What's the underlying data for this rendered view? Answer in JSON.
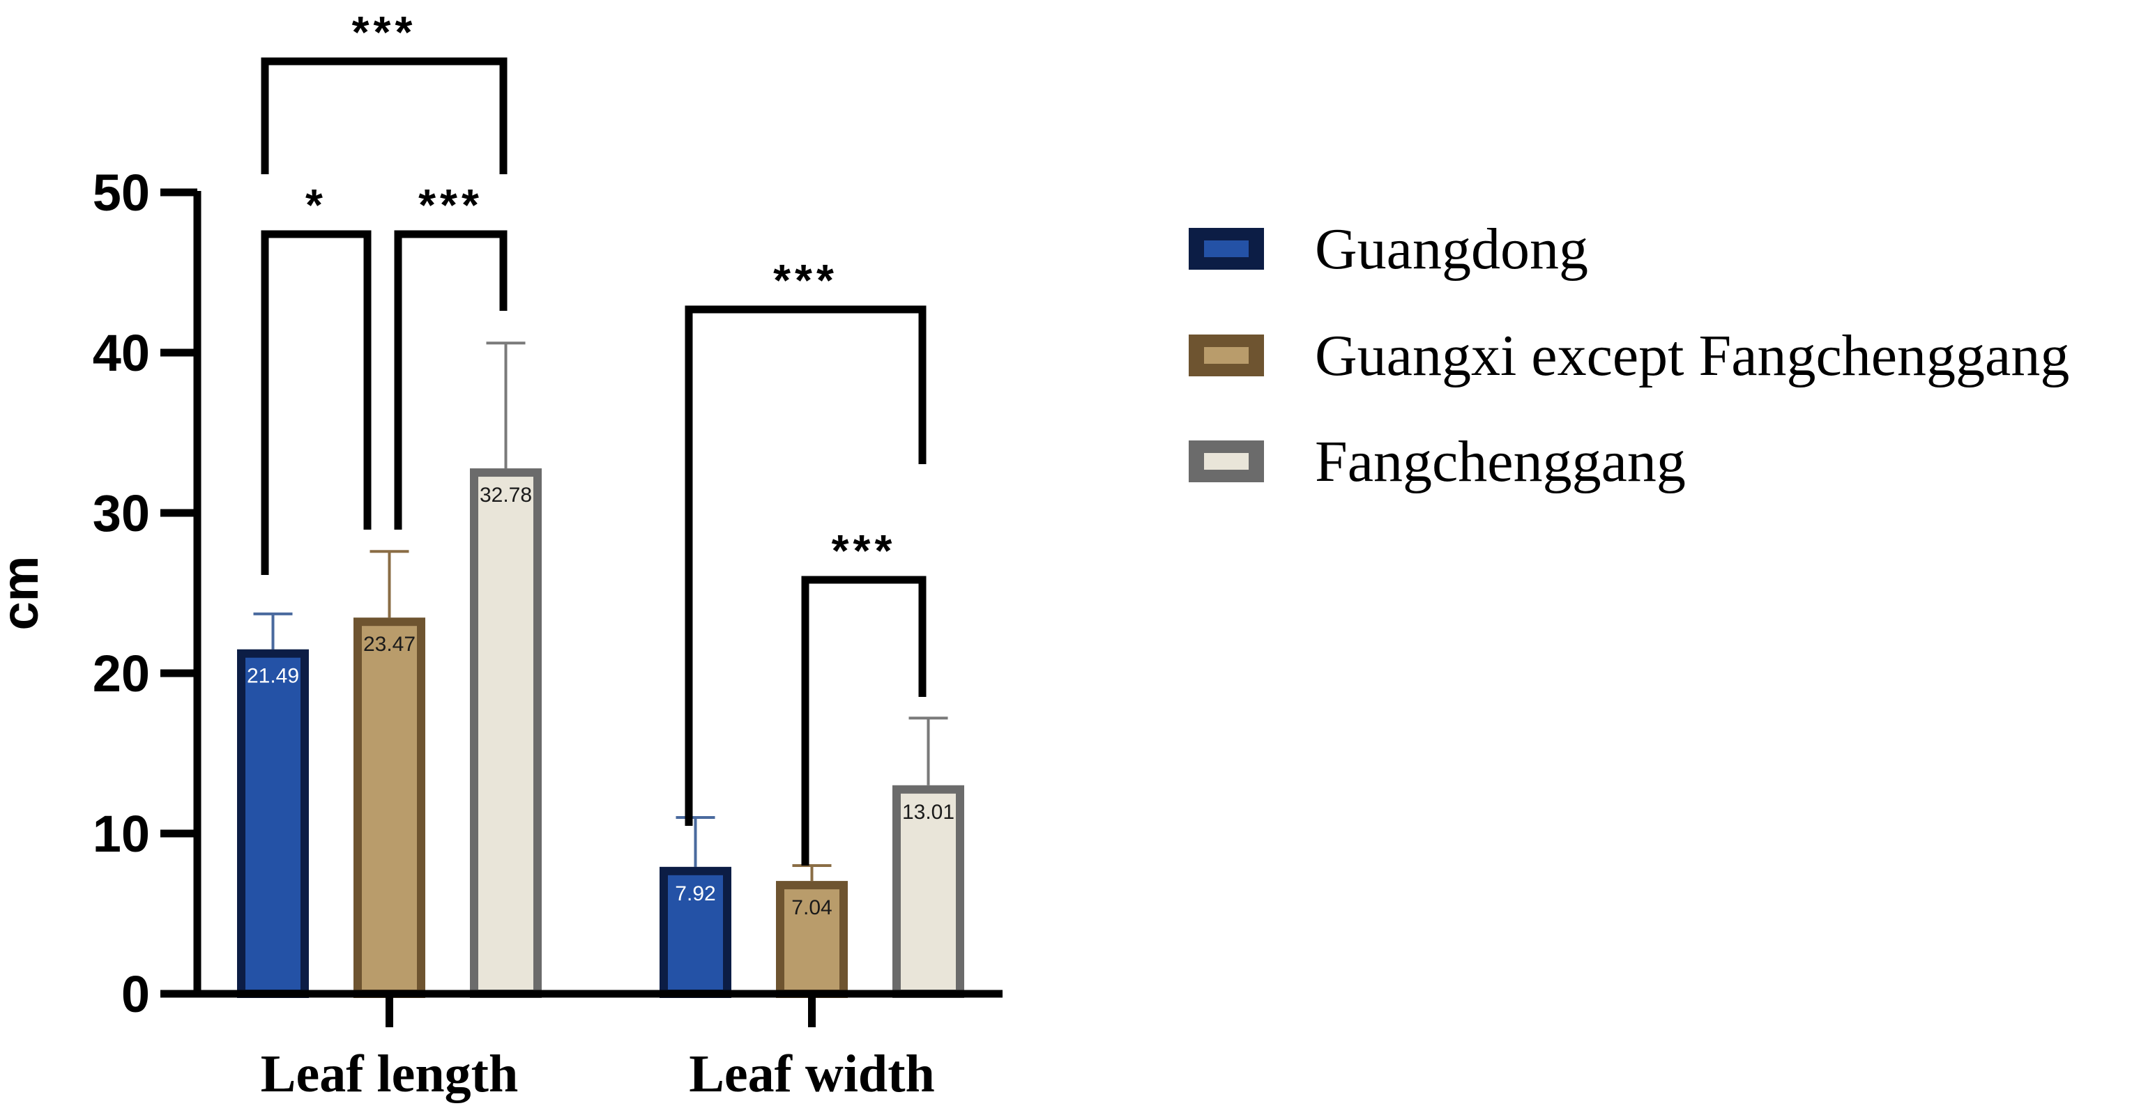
{
  "chart_data": {
    "type": "bar",
    "ylabel": "cm",
    "xlabel": "",
    "ylim": [
      0,
      50
    ],
    "yticks": [
      0,
      10,
      20,
      30,
      40,
      50
    ],
    "categories": [
      "Leaf length",
      "Leaf width"
    ],
    "series": [
      {
        "name": "Guangdong",
        "values": [
          21.49,
          7.92
        ],
        "labels": [
          "21.49",
          "7.92"
        ],
        "error_upper": [
          23.7,
          11.0
        ],
        "fill": "#2452a6",
        "edge": "#0c1d45",
        "label_color": "#ffffff",
        "err_color": "#4a6a9e"
      },
      {
        "name": "Guangxi except Fangchenggang",
        "values": [
          23.47,
          7.04
        ],
        "labels": [
          "23.47",
          "7.04"
        ],
        "error_upper": [
          27.6,
          8.0
        ],
        "fill": "#b99c6b",
        "edge": "#6e5430",
        "label_color": "#1a1a1a",
        "err_color": "#8a6d45"
      },
      {
        "name": "Fangchenggang",
        "values": [
          32.78,
          13.01
        ],
        "labels": [
          "32.78",
          "13.01"
        ],
        "error_upper": [
          40.6,
          17.2
        ],
        "fill": "#e9e5d9",
        "edge": "#6b6b6b",
        "label_color": "#1a1a1a",
        "err_color": "#7a7a7a"
      }
    ],
    "significance": [
      {
        "category": 0,
        "from": 0,
        "to": 2,
        "label": "***",
        "level": 2
      },
      {
        "category": 0,
        "from": 0,
        "to": 1,
        "label": "*",
        "level": 1
      },
      {
        "category": 0,
        "from": 1,
        "to": 2,
        "label": "***",
        "level": 1
      },
      {
        "category": 1,
        "from": 0,
        "to": 2,
        "label": "***",
        "level": 2
      },
      {
        "category": 1,
        "from": 1,
        "to": 2,
        "label": "***",
        "level": 1
      }
    ],
    "legend_position": "right",
    "grid": false
  }
}
